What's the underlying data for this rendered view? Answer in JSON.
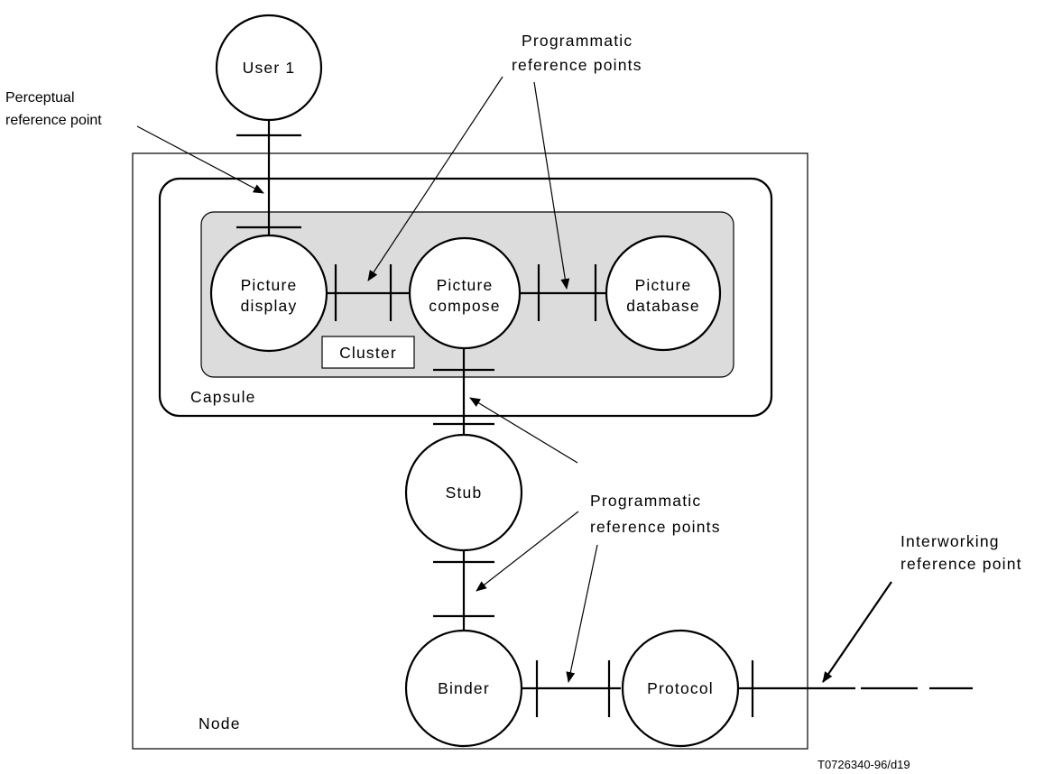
{
  "nodes": {
    "user": "User 1",
    "picture_display": [
      "Picture",
      "display"
    ],
    "picture_compose": [
      "Picture",
      "compose"
    ],
    "picture_database": [
      "Picture",
      "database"
    ],
    "stub": "Stub",
    "binder": "Binder",
    "protocol": "Protocol"
  },
  "containers": {
    "cluster": "Cluster",
    "capsule": "Capsule",
    "node": "Node"
  },
  "annotations": {
    "perceptual": [
      "Perceptual",
      "reference point"
    ],
    "programmatic_top": [
      "Programmatic",
      "reference points"
    ],
    "programmatic_bottom": [
      "Programmatic",
      "reference points"
    ],
    "interworking": [
      "Interworking",
      "reference point"
    ]
  },
  "figure_ref": "T0726340-96/d19",
  "colors": {
    "cluster_fill": "#dcdcdc",
    "stroke": "#000000"
  }
}
